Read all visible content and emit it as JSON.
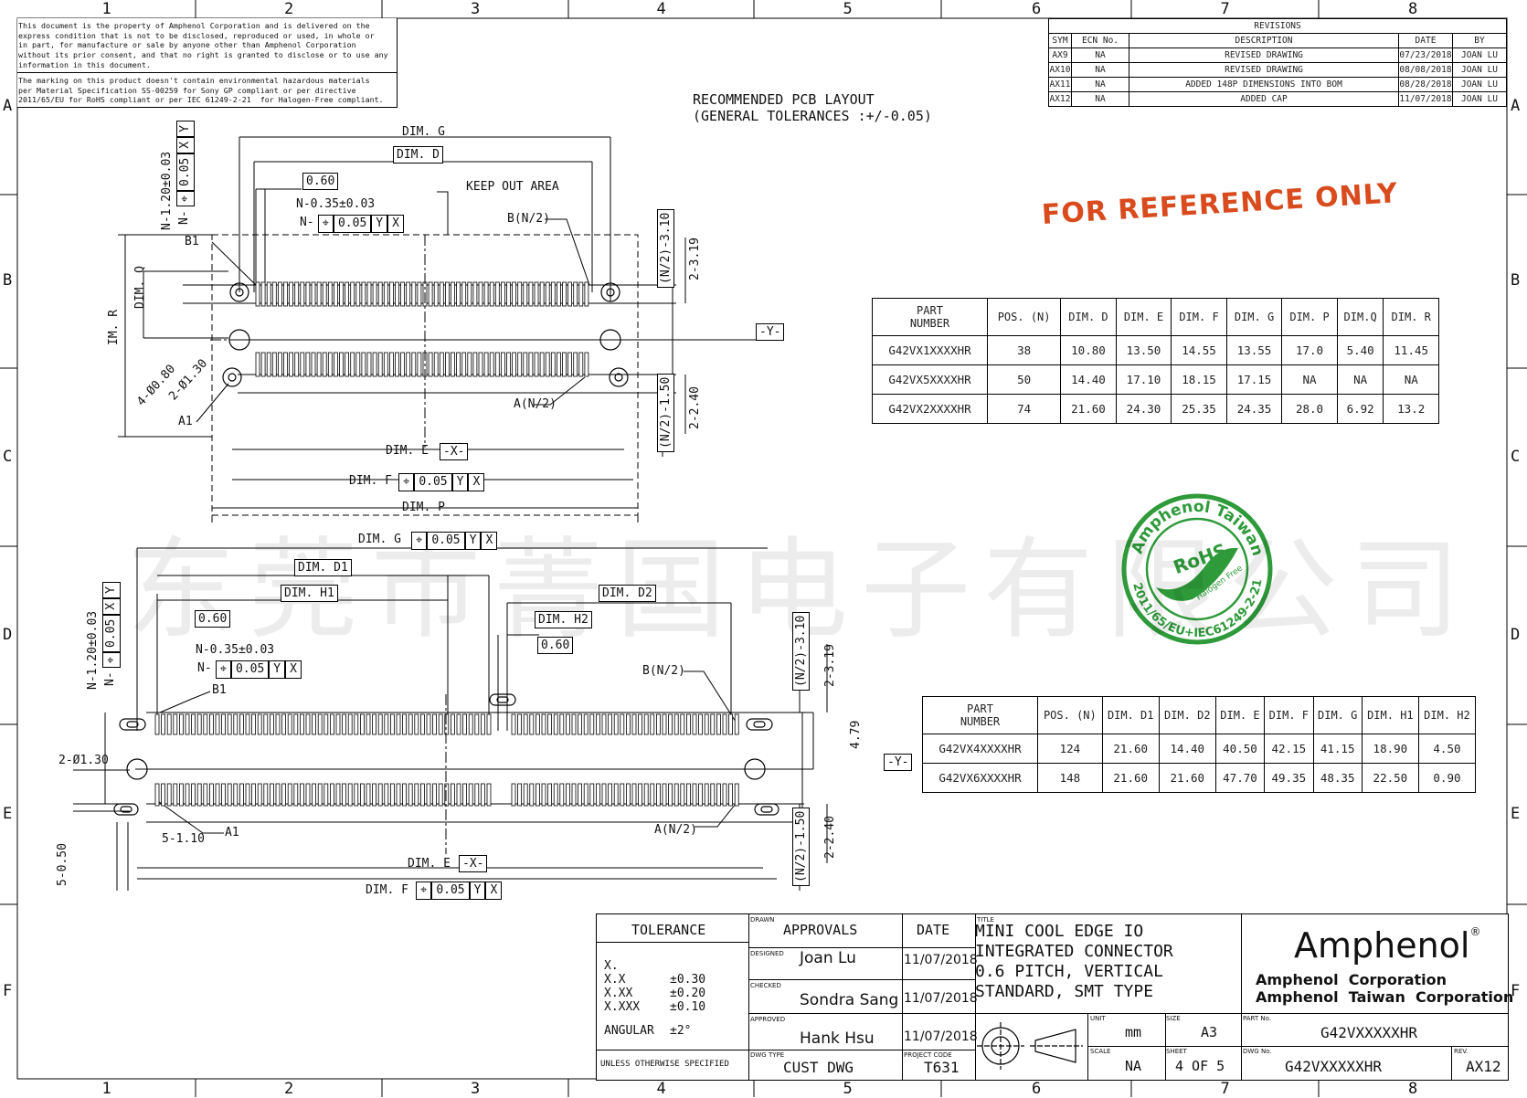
{
  "zones": {
    "columns": [
      "1",
      "2",
      "3",
      "4",
      "5",
      "6",
      "7",
      "8"
    ],
    "rows": [
      "A",
      "B",
      "C",
      "D",
      "E",
      "F"
    ]
  },
  "notes": {
    "property": "This document is the property of Amphenol Corporation and is delivered on the\nexpress condition that is not to be disclosed, reproduced or used, in whole or\nin part, for manufacture or sale by anyone other than Amphenol Corporation\nwithout its prior consent, and that no right is granted to disclose or to use any\ninformation in this document.",
    "marking": "The marking on this product doesn't contain environmental hazardous materials\nper Material Specification SS-00259 for Sony GP compliant or per directive\n2011/65/EU for RoHS compliant or per IEC 61249-2-21  for Halogen-Free compliant."
  },
  "revisions": {
    "title": "REVISIONS",
    "headers": [
      "SYM",
      "ECN No.",
      "DESCRIPTION",
      "DATE",
      "BY"
    ],
    "rows": [
      [
        "AX9",
        "NA",
        "REVISED DRAWING",
        "07/23/2018",
        "JOAN LU"
      ],
      [
        "AX10",
        "NA",
        "REVISED DRAWING",
        "08/08/2018",
        "JOAN LU"
      ],
      [
        "AX11",
        "NA",
        "ADDED 148P DIMENSIONS INTO BOM",
        "08/28/2018",
        "JOAN LU"
      ],
      [
        "AX12",
        "NA",
        "ADDED CAP",
        "11/07/2018",
        "JOAN LU"
      ]
    ]
  },
  "heading": {
    "line1": "RECOMMENDED PCB LAYOUT",
    "line2": "(GENERAL TOLERANCES :+/-0.05)"
  },
  "stamp": "FOR REFERENCE ONLY",
  "watermark": "东莞市菁国电子有限公司",
  "rohs_seal": {
    "outer_top": "Amphenol Taiwan",
    "outer_bottom": "2011/65/EU+IEC61249-2-21",
    "inner": "RoHS",
    "sub": "Halogen Free"
  },
  "table1": {
    "headers": [
      "PART\nNUMBER",
      "POS. (N)",
      "DIM. D",
      "DIM. E",
      "DIM. F",
      "DIM. G",
      "DIM. P",
      "DIM.Q",
      "DIM. R"
    ],
    "rows": [
      [
        "G42VX1XXXXHR",
        "38",
        "10.80",
        "13.50",
        "14.55",
        "13.55",
        "17.0",
        "5.40",
        "11.45"
      ],
      [
        "G42VX5XXXXHR",
        "50",
        "14.40",
        "17.10",
        "18.15",
        "17.15",
        "NA",
        "NA",
        "NA"
      ],
      [
        "G42VX2XXXXHR",
        "74",
        "21.60",
        "24.30",
        "25.35",
        "24.35",
        "28.0",
        "6.92",
        "13.2"
      ]
    ]
  },
  "table2": {
    "headers": [
      "PART\nNUMBER",
      "POS. (N)",
      "DIM. D1",
      "DIM. D2",
      "DIM. E",
      "DIM. F",
      "DIM. G",
      "DIM. H1",
      "DIM. H2"
    ],
    "rows": [
      [
        "G42VX4XXXXHR",
        "124",
        "21.60",
        "14.40",
        "40.50",
        "42.15",
        "41.15",
        "18.90",
        "4.50"
      ],
      [
        "G42VX6XXXXHR",
        "148",
        "21.60",
        "21.60",
        "47.70",
        "49.35",
        "48.35",
        "22.50",
        "0.90"
      ]
    ]
  },
  "labels_top": {
    "dimG": "DIM. G",
    "dimD": "DIM. D",
    "v060": "0.60",
    "n035": "N-0.35±0.03",
    "nfcf": [
      "N-",
      "0.05",
      "Y",
      "X"
    ],
    "keepout": "KEEP OUT AREA",
    "bn2": "B(N/2)",
    "b1": "B1",
    "dimQ": "DIM. Q",
    "dimR": "IM. R",
    "n120": "N-1.20±0.03",
    "fcf_v": [
      "N-",
      "0.05",
      "X",
      "Y"
    ],
    "d080": "4-Ø0.80",
    "d130": "2-Ø1.30",
    "a1": "A1",
    "an2": "A(N/2)",
    "dimE": "DIM. E",
    "xdatum": "-X-",
    "dimF": "DIM. F",
    "ffcf": [
      "0.05",
      "Y",
      "X"
    ],
    "dimP": "DIM. P",
    "ydatum": "-Y-",
    "v310": "(N/2)-3.10",
    "v319": "2-3.19",
    "v150": "(N/2)-1.50",
    "v240": "2-2.40"
  },
  "labels_bottom": {
    "dimG": "DIM. G",
    "gfcf": [
      "0.05",
      "Y",
      "X"
    ],
    "dimD1": "DIM. D1",
    "dimH1": "DIM. H1",
    "dimD2": "DIM. D2",
    "dimH2": "DIM. H2",
    "v060a": "0.60",
    "v060b": "0.60",
    "n035": "N-0.35±0.03",
    "nfcf": [
      "N-",
      "0.05",
      "Y",
      "X"
    ],
    "b1": "B1",
    "bn2": "B(N/2)",
    "n120": "N-1.20±0.03",
    "fcf_v": [
      "N-",
      "0.05",
      "X",
      "Y"
    ],
    "d130": "2-Ø1.30",
    "v510": "5-1.10",
    "v550": "5-0.50",
    "a1": "A1",
    "an2": "A(N/2)",
    "dimE": "DIM. E",
    "xdatum": "-X-",
    "dimF": "DIM. F",
    "ffcf": [
      "0.05",
      "Y",
      "X"
    ],
    "ydatum": "-Y-",
    "v310": "(N/2)-3.10",
    "v319": "2-3.19",
    "v479": "4.79",
    "v150": "(N/2)-1.50",
    "v240": "2-2.40"
  },
  "titleblock": {
    "tolerance_title": "TOLERANCE",
    "tolerances": [
      [
        "X.",
        ""
      ],
      [
        "X.X",
        "±0.30"
      ],
      [
        "X.XX",
        "±0.20"
      ],
      [
        "X.XXX",
        "±0.10"
      ]
    ],
    "angular": "ANGULAR",
    "angular_val": "±2°",
    "unless": "UNLESS OTHERWISE SPECIFIED",
    "drawn_lbl": "DRAWN",
    "approvals": "APPROVALS",
    "date_hdr": "DATE",
    "designed_lbl": "DESIGNED",
    "designer": "Joan Lu",
    "designed_date": "11/07/2018",
    "checked_lbl": "CHECKED",
    "checker": "Sondra Sang",
    "checked_date": "11/07/2018",
    "approved_lbl": "APPROVED",
    "approver": "Hank Hsu",
    "approved_date": "11/07/2018",
    "dwg_type_lbl": "DWG TYPE",
    "dwg_type": "CUST DWG",
    "project_lbl": "PROJECT CODE",
    "project": "T631",
    "title_lbl": "TITLE",
    "title_lines": [
      "MINI COOL EDGE IO",
      "INTEGRATED CONNECTOR",
      "0.6 PITCH, VERTICAL",
      "STANDARD, SMT TYPE"
    ],
    "company_logo": "Amphenol",
    "company1": "Amphenol  Corporation",
    "company2": "Amphenol  Taiwan  Corporation",
    "unit_lbl": "UNIT",
    "unit": "mm",
    "size_lbl": "SIZE",
    "size": "A3",
    "scale_lbl": "SCALE",
    "scale": "NA",
    "sheet_lbl": "SHEET",
    "sheet": "4  OF  5",
    "part_lbl": "PART No.",
    "part": "G42VXXXXXHR",
    "dwg_lbl": "DWG No.",
    "dwg": "G42VXXXXXHR",
    "rev_lbl": "REV.",
    "rev": "AX12"
  }
}
